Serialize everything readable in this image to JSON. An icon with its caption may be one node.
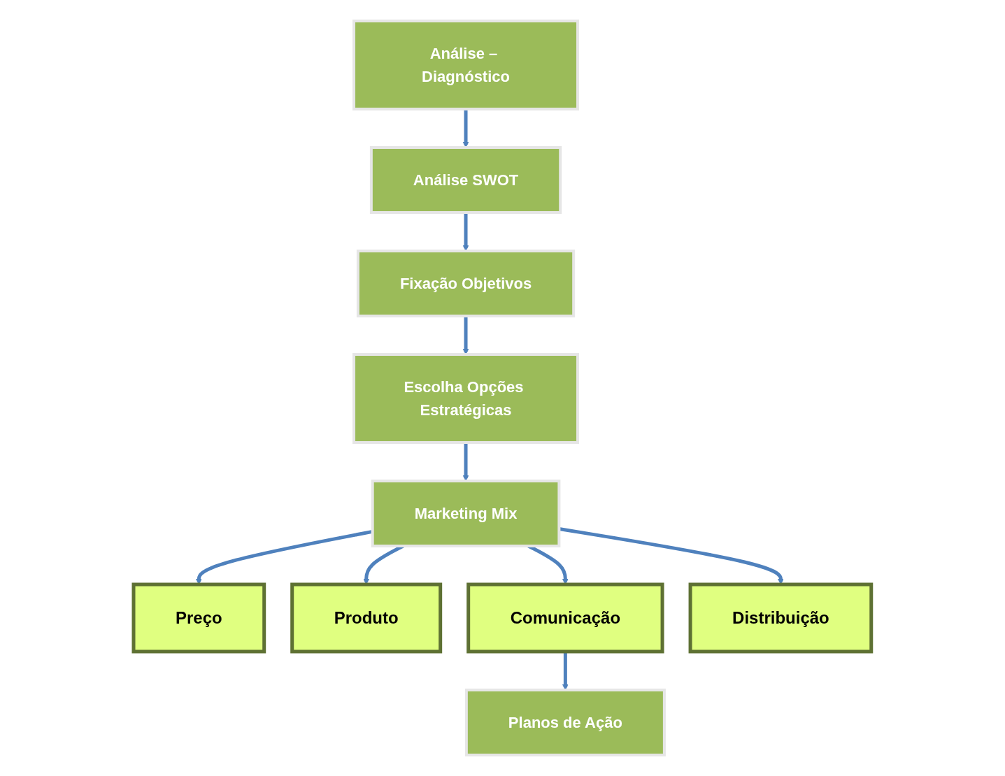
{
  "diagram": {
    "nodes": [
      {
        "text": [
          "Análise – Diagnóstico"
        ]
      },
      {
        "text": [
          "Análise SWOT"
        ]
      },
      {
        "text": [
          "Fixação Objetivos"
        ]
      },
      {
        "text": [
          "Escolha Opções Estratégicas"
        ]
      },
      {
        "text": [
          "Marketing Mix"
        ]
      },
      {
        "text": [
          "Preço"
        ]
      },
      {
        "text": [
          "Produto"
        ]
      },
      {
        "text": [
          "Comunicação"
        ]
      },
      {
        "text": [
          "Distribuição"
        ]
      },
      {
        "text": [
          "Planos de Ação"
        ]
      }
    ],
    "edges": [
      {
        "from": 0,
        "to": 1,
        "arrow": "to"
      },
      {
        "from": 1,
        "to": 2,
        "arrow": "to"
      },
      {
        "from": 2,
        "to": 3,
        "arrow": "to"
      },
      {
        "from": 3,
        "to": 4,
        "arrow": "to"
      },
      {
        "from": 4,
        "to": 5,
        "arrow": "to"
      },
      {
        "from": 4,
        "to": 6,
        "arrow": "to"
      },
      {
        "from": 4,
        "to": 7,
        "arrow": "to"
      },
      {
        "from": 4,
        "to": 8,
        "arrow": "to"
      },
      {
        "from": 7,
        "to": 9,
        "arrow": "to"
      }
    ]
  }
}
